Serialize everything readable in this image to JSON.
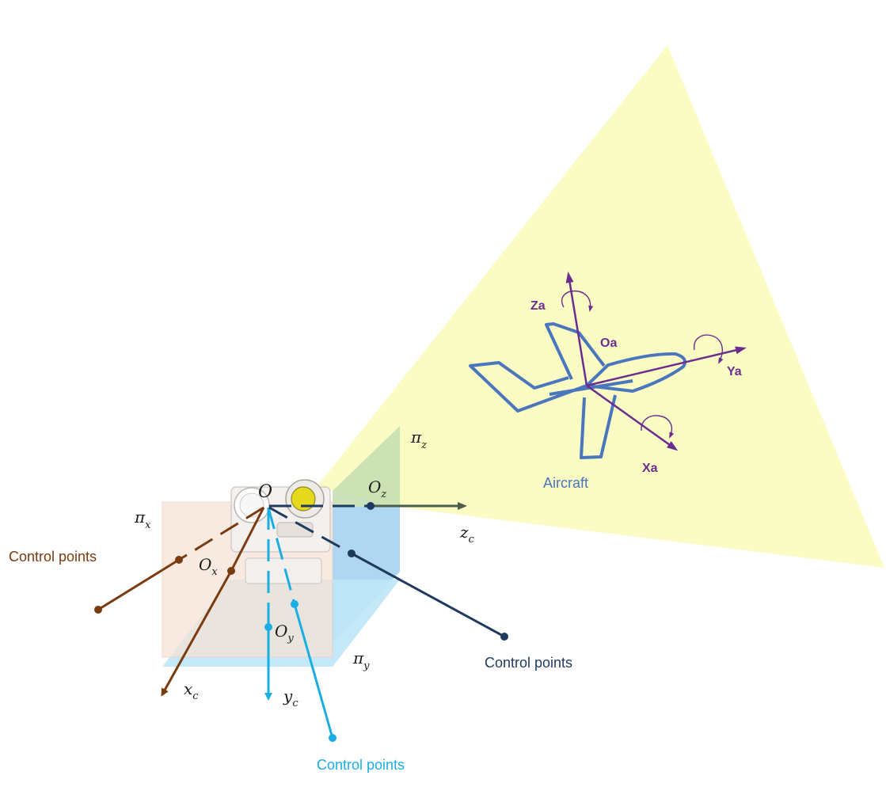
{
  "colors": {
    "field_of_view": "#fbfbc4",
    "brown": "#7b3b10",
    "cyan": "#1aaee3",
    "navy": "#1f3a5f",
    "green_axis": "#4a5e4a",
    "aircraft_outline": "#4a76be",
    "aircraft_axes": "#6b2d8f",
    "plane_x": "#f6e3d6",
    "plane_y": "#bfe6f7",
    "plane_z_green": "#c3ddb0",
    "plane_z_blue": "#a6d3f0"
  },
  "planes": {
    "pi_x": {
      "symbol": "π",
      "subscript": "x"
    },
    "pi_y": {
      "symbol": "π",
      "subscript": "y"
    },
    "pi_z": {
      "symbol": "π",
      "subscript": "z"
    }
  },
  "origin": {
    "label": "O"
  },
  "points": {
    "O_x": {
      "symbol": "O",
      "subscript": "x"
    },
    "O_y": {
      "symbol": "O",
      "subscript": "y"
    },
    "O_z": {
      "symbol": "O",
      "subscript": "z"
    }
  },
  "camera_axes": {
    "x_c": {
      "symbol": "x",
      "subscript": "c"
    },
    "y_c": {
      "symbol": "y",
      "subscript": "c"
    },
    "z_c": {
      "symbol": "z",
      "subscript": "c"
    }
  },
  "control_points": {
    "brown_label": "Control points",
    "navy_label": "Control points",
    "cyan_label": "Control points"
  },
  "aircraft": {
    "label": "Aircraft",
    "origin_label": "Oa",
    "x_axis_label": "Xa",
    "y_axis_label": "Ya",
    "z_axis_label": "Za"
  }
}
